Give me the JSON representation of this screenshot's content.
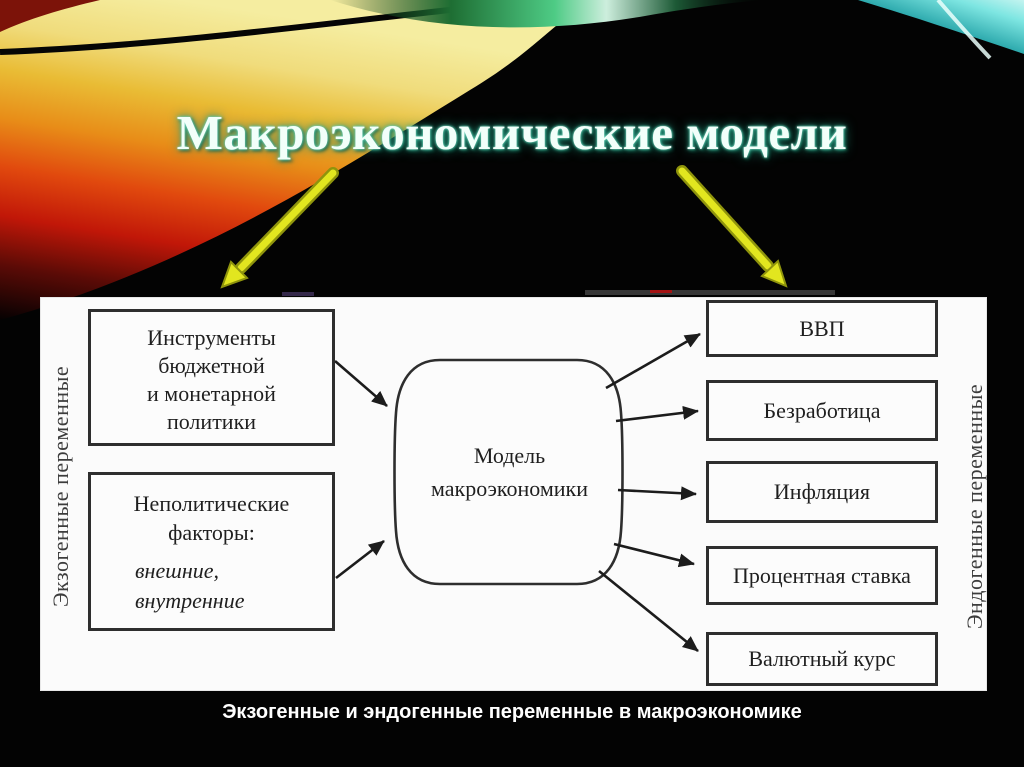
{
  "slide": {
    "title": "Макроэкономические модели",
    "caption": "Экзогенные и эндогенные переменные в макроэкономике",
    "colors": {
      "background": "#030303",
      "title_text": "#f2fffa",
      "title_glow": "#2fae92",
      "pointer_arrow_yellow": "#e2e61f",
      "panel_background": "#fbfbfb",
      "box_border": "#2e2e2e",
      "diagram_text": "#1f1f1f",
      "caption_text": "#ffffff",
      "swoosh_warm_top": "#f5eda0",
      "swoosh_warm_orange": "#e1490e",
      "swoosh_warm_red": "#c11708",
      "swoosh_green": "#4ecb85",
      "swoosh_cyan": "#7ee6e2"
    }
  },
  "diagram": {
    "left_axis_label": "Экзогенные переменные",
    "right_axis_label": "Эндогенные переменные",
    "policy_box": {
      "lines": [
        "Инструменты",
        "бюджетной",
        "и монетарной",
        "политики"
      ]
    },
    "nonpolicy_box": {
      "title_lines": [
        "Неполитические",
        "факторы:"
      ],
      "italic_lines": [
        "внешние,",
        "внутренние"
      ]
    },
    "center_node": {
      "lines": [
        "Модель",
        "макроэкономики"
      ]
    },
    "output_boxes": [
      "ВВП",
      "Безработица",
      "Инфляция",
      "Процентная ставка",
      "Валютный курс"
    ]
  }
}
